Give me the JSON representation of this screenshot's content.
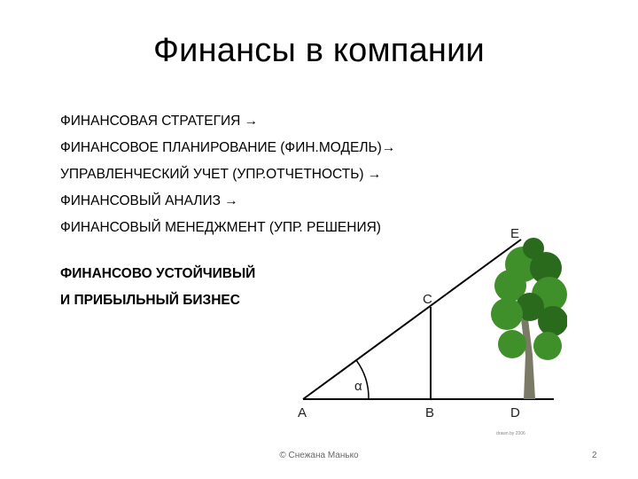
{
  "slide": {
    "title": "Финансы в компании",
    "items": [
      "ФИНАНСОВАЯ СТРАТЕГИЯ →",
      "ФИНАНСОВОЕ ПЛАНИРОВАНИЕ   (ФИН.МОДЕЛЬ)→",
      "УПРАВЛЕНЧЕСКИЙ УЧЕТ  (УПР.ОТЧЕТНОСТЬ) →",
      "ФИНАНСОВЫЙ АНАЛИЗ →",
      "ФИНАНСОВЫЙ МЕНЕДЖМЕНТ  (УПР. РЕШЕНИЯ)"
    ],
    "bold_lines": [
      "ФИНАНСОВО УСТОЙЧИВЫЙ",
      "И ПРИБЫЛЬНЫЙ БИЗНЕС"
    ],
    "footer": "© Снежана Манько",
    "page_number": "2"
  },
  "figure": {
    "labels": {
      "a": "A",
      "b": "B",
      "c": "C",
      "d": "D",
      "e": "E",
      "alpha": "α"
    },
    "credit": "drawn by 2006",
    "colors": {
      "line": "#000000",
      "foliage": "#3f8f2a",
      "foliage_dark": "#2a6a1c",
      "trunk": "#7a7a66"
    }
  }
}
